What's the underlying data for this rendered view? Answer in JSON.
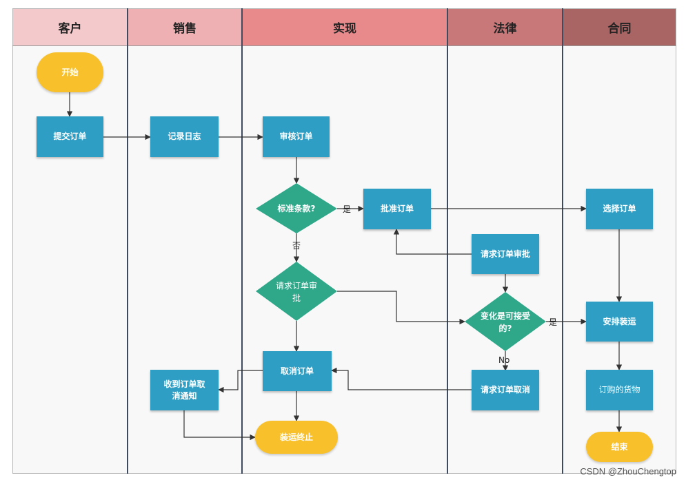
{
  "lanes": [
    {
      "label": "客户",
      "color": "#f3c9cb"
    },
    {
      "label": "销售",
      "color": "#eeb0b3"
    },
    {
      "label": "实现",
      "color": "#e8898c"
    },
    {
      "label": "法律",
      "color": "#c9787a"
    },
    {
      "label": "合同",
      "color": "#a96464"
    }
  ],
  "nodes": {
    "start": "开始",
    "submit_order": "提交订单",
    "record_log": "记录日志",
    "review_order": "审核订单",
    "standard_terms": "标准条款?",
    "approve_order": "批准订单",
    "select_order": "选择订单",
    "legal_request_approval": "请求订单审批",
    "impl_request_approval": "请求订单审批",
    "change_acceptable": "变化是可接受的?",
    "arrange_shipping": "安排装运",
    "cancel_order": "取消订单",
    "receive_cancel_notice": "收到订单取消通知",
    "request_cancel": "请求订单取消",
    "ordered_goods": "订购的货物",
    "shipping_stop": "装运终止",
    "end": "结束"
  },
  "edge_labels": {
    "yes_1": "是",
    "no_1": "否",
    "yes_2": "是",
    "no_2": "No"
  },
  "watermark": "CSDN @ZhouChengtop",
  "colors": {
    "process": "#2e9ec4",
    "decision": "#2fa88a",
    "terminal": "#f8c02a",
    "separator": "#3e4a5e"
  }
}
